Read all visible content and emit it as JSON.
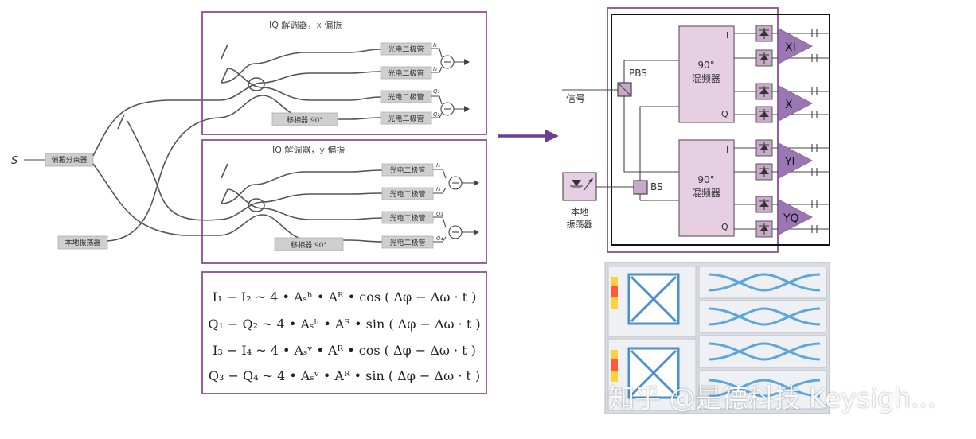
{
  "input_label": "S",
  "polarization_splitter_label": "偏振分束器",
  "local_oscillator_label": "本地振荡器",
  "iq_x": {
    "title_prefix": "IQ 解调器，",
    "title_pol": "x",
    "title_suffix": " 偏振",
    "photodiodes": [
      "光电二极管",
      "光电二极管",
      "光电二极管",
      "光电二极管"
    ],
    "outputs": [
      "I₁",
      "I₂",
      "Q₁",
      "Q₂"
    ],
    "phase_shifter": "移相器 90°"
  },
  "iq_y": {
    "title_prefix": "IQ 解调器，",
    "title_pol": "y",
    "title_suffix": " 偏振",
    "photodiodes": [
      "光电二极管",
      "光电二极管",
      "光电二极管",
      "光电二极管"
    ],
    "outputs": [
      "I₃",
      "I₄",
      "Q₃",
      "Q₄"
    ],
    "phase_shifter": "移相器 90°"
  },
  "equations": [
    "I₁ − I₂ ~ 4 • Aₛʰ • Aᴿ • cos ( Δφ − Δω · t )",
    "Q₁ − Q₂ ~ 4 • Aₛʰ • Aᴿ • sin ( Δφ − Δω · t )",
    "I₃ − I₄ ~ 4 • Aₛᵛ • Aᴿ • cos ( Δφ − Δω · t )",
    "Q₃ − Q₄ ~ 4 • Aₛᵛ • Aᴿ • sin ( Δφ − Δω · t )"
  ],
  "receiver": {
    "signal_label": "信号",
    "pbs_label": "PBS",
    "bs_label": "BS",
    "lo_label_line1": "本地",
    "lo_label_line2": "振荡器",
    "mixer_top_line1": "90°",
    "mixer_top_line2": "混频器",
    "mixer_bottom_line1": "90°",
    "mixer_bottom_line2": "混频器",
    "mixer_port_i": "I",
    "mixer_port_q": "Q",
    "amp_labels": [
      "XI",
      "X",
      "YI",
      "YQ"
    ]
  },
  "watermark": "知乎 @是德科技 Keysigh...",
  "colors": {
    "frame_purple": "#8e4f95",
    "arrow_purple": "#6a3d8f",
    "mixer_fill": "#e6cfe3",
    "amp_fill": "#9a77b3",
    "eye_blue": "#4a8fd0"
  }
}
